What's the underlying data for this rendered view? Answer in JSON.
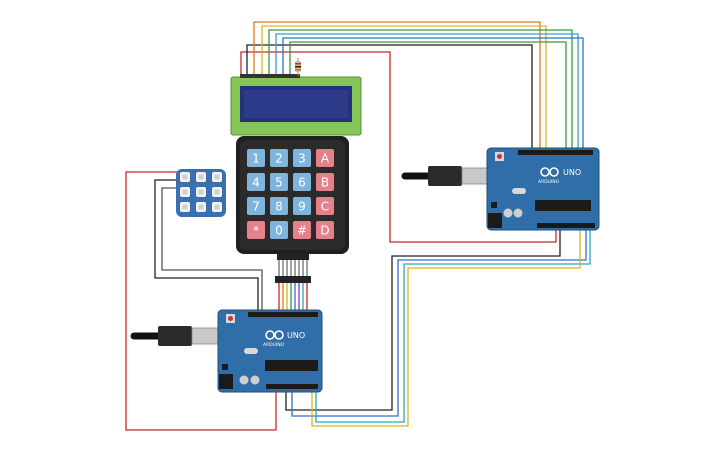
{
  "keypad": {
    "keys": [
      {
        "label": "1",
        "type": "num"
      },
      {
        "label": "2",
        "type": "num"
      },
      {
        "label": "3",
        "type": "num"
      },
      {
        "label": "A",
        "type": "letter"
      },
      {
        "label": "4",
        "type": "num"
      },
      {
        "label": "5",
        "type": "num"
      },
      {
        "label": "6",
        "type": "num"
      },
      {
        "label": "B",
        "type": "letter"
      },
      {
        "label": "7",
        "type": "num"
      },
      {
        "label": "8",
        "type": "num"
      },
      {
        "label": "9",
        "type": "num"
      },
      {
        "label": "C",
        "type": "letter"
      },
      {
        "label": "*",
        "type": "letter"
      },
      {
        "label": "0",
        "type": "num"
      },
      {
        "label": "#",
        "type": "letter"
      },
      {
        "label": "D",
        "type": "letter"
      }
    ]
  },
  "boards": {
    "left": {
      "brand": "ARDUINO",
      "model": "UNO"
    },
    "right": {
      "brand": "ARDUINO",
      "model": "UNO"
    }
  },
  "colors": {
    "board": "#2f6ea8",
    "lcd_screen": "#23327a",
    "lcd_bezel": "#86c55a",
    "keypad_body": "#2b2b2b",
    "key_num": "#7fb5dc",
    "key_letter": "#e6808a",
    "wire_red": "#c8282a",
    "wire_black": "#222222",
    "wire_yellow": "#e0b21a",
    "wire_orange": "#e07a18",
    "wire_green": "#3a9a3a",
    "wire_blue": "#2f6fd0",
    "wire_cyan": "#2aa6c8",
    "wire_purple": "#8a3ab8"
  }
}
